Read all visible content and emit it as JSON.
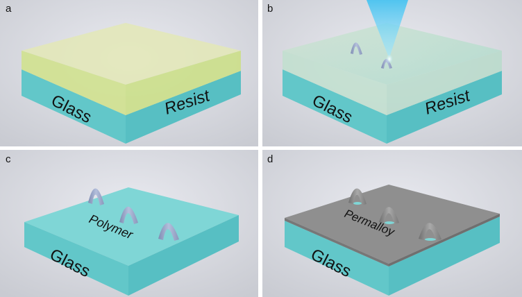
{
  "figure": {
    "panels": [
      {
        "id": "a",
        "letter": "a",
        "labels": {
          "base": "Glass",
          "layer": "Resist"
        }
      },
      {
        "id": "b",
        "letter": "b",
        "labels": {
          "base": "Glass",
          "layer": "Resist"
        }
      },
      {
        "id": "c",
        "letter": "c",
        "labels": {
          "base": "Glass",
          "structure": "Polymer"
        }
      },
      {
        "id": "d",
        "letter": "d",
        "labels": {
          "base": "Glass",
          "coating": "Permalloy"
        }
      }
    ],
    "colors": {
      "glass_top": "#7fd6d6",
      "glass_side": "#5cc2c6",
      "resist": "#e8eaa8",
      "resist_b": "#cfe5d4",
      "laser": "#6fd3f3",
      "polymer": "#9aa6c6",
      "permalloy": "#8d8d8d"
    }
  }
}
